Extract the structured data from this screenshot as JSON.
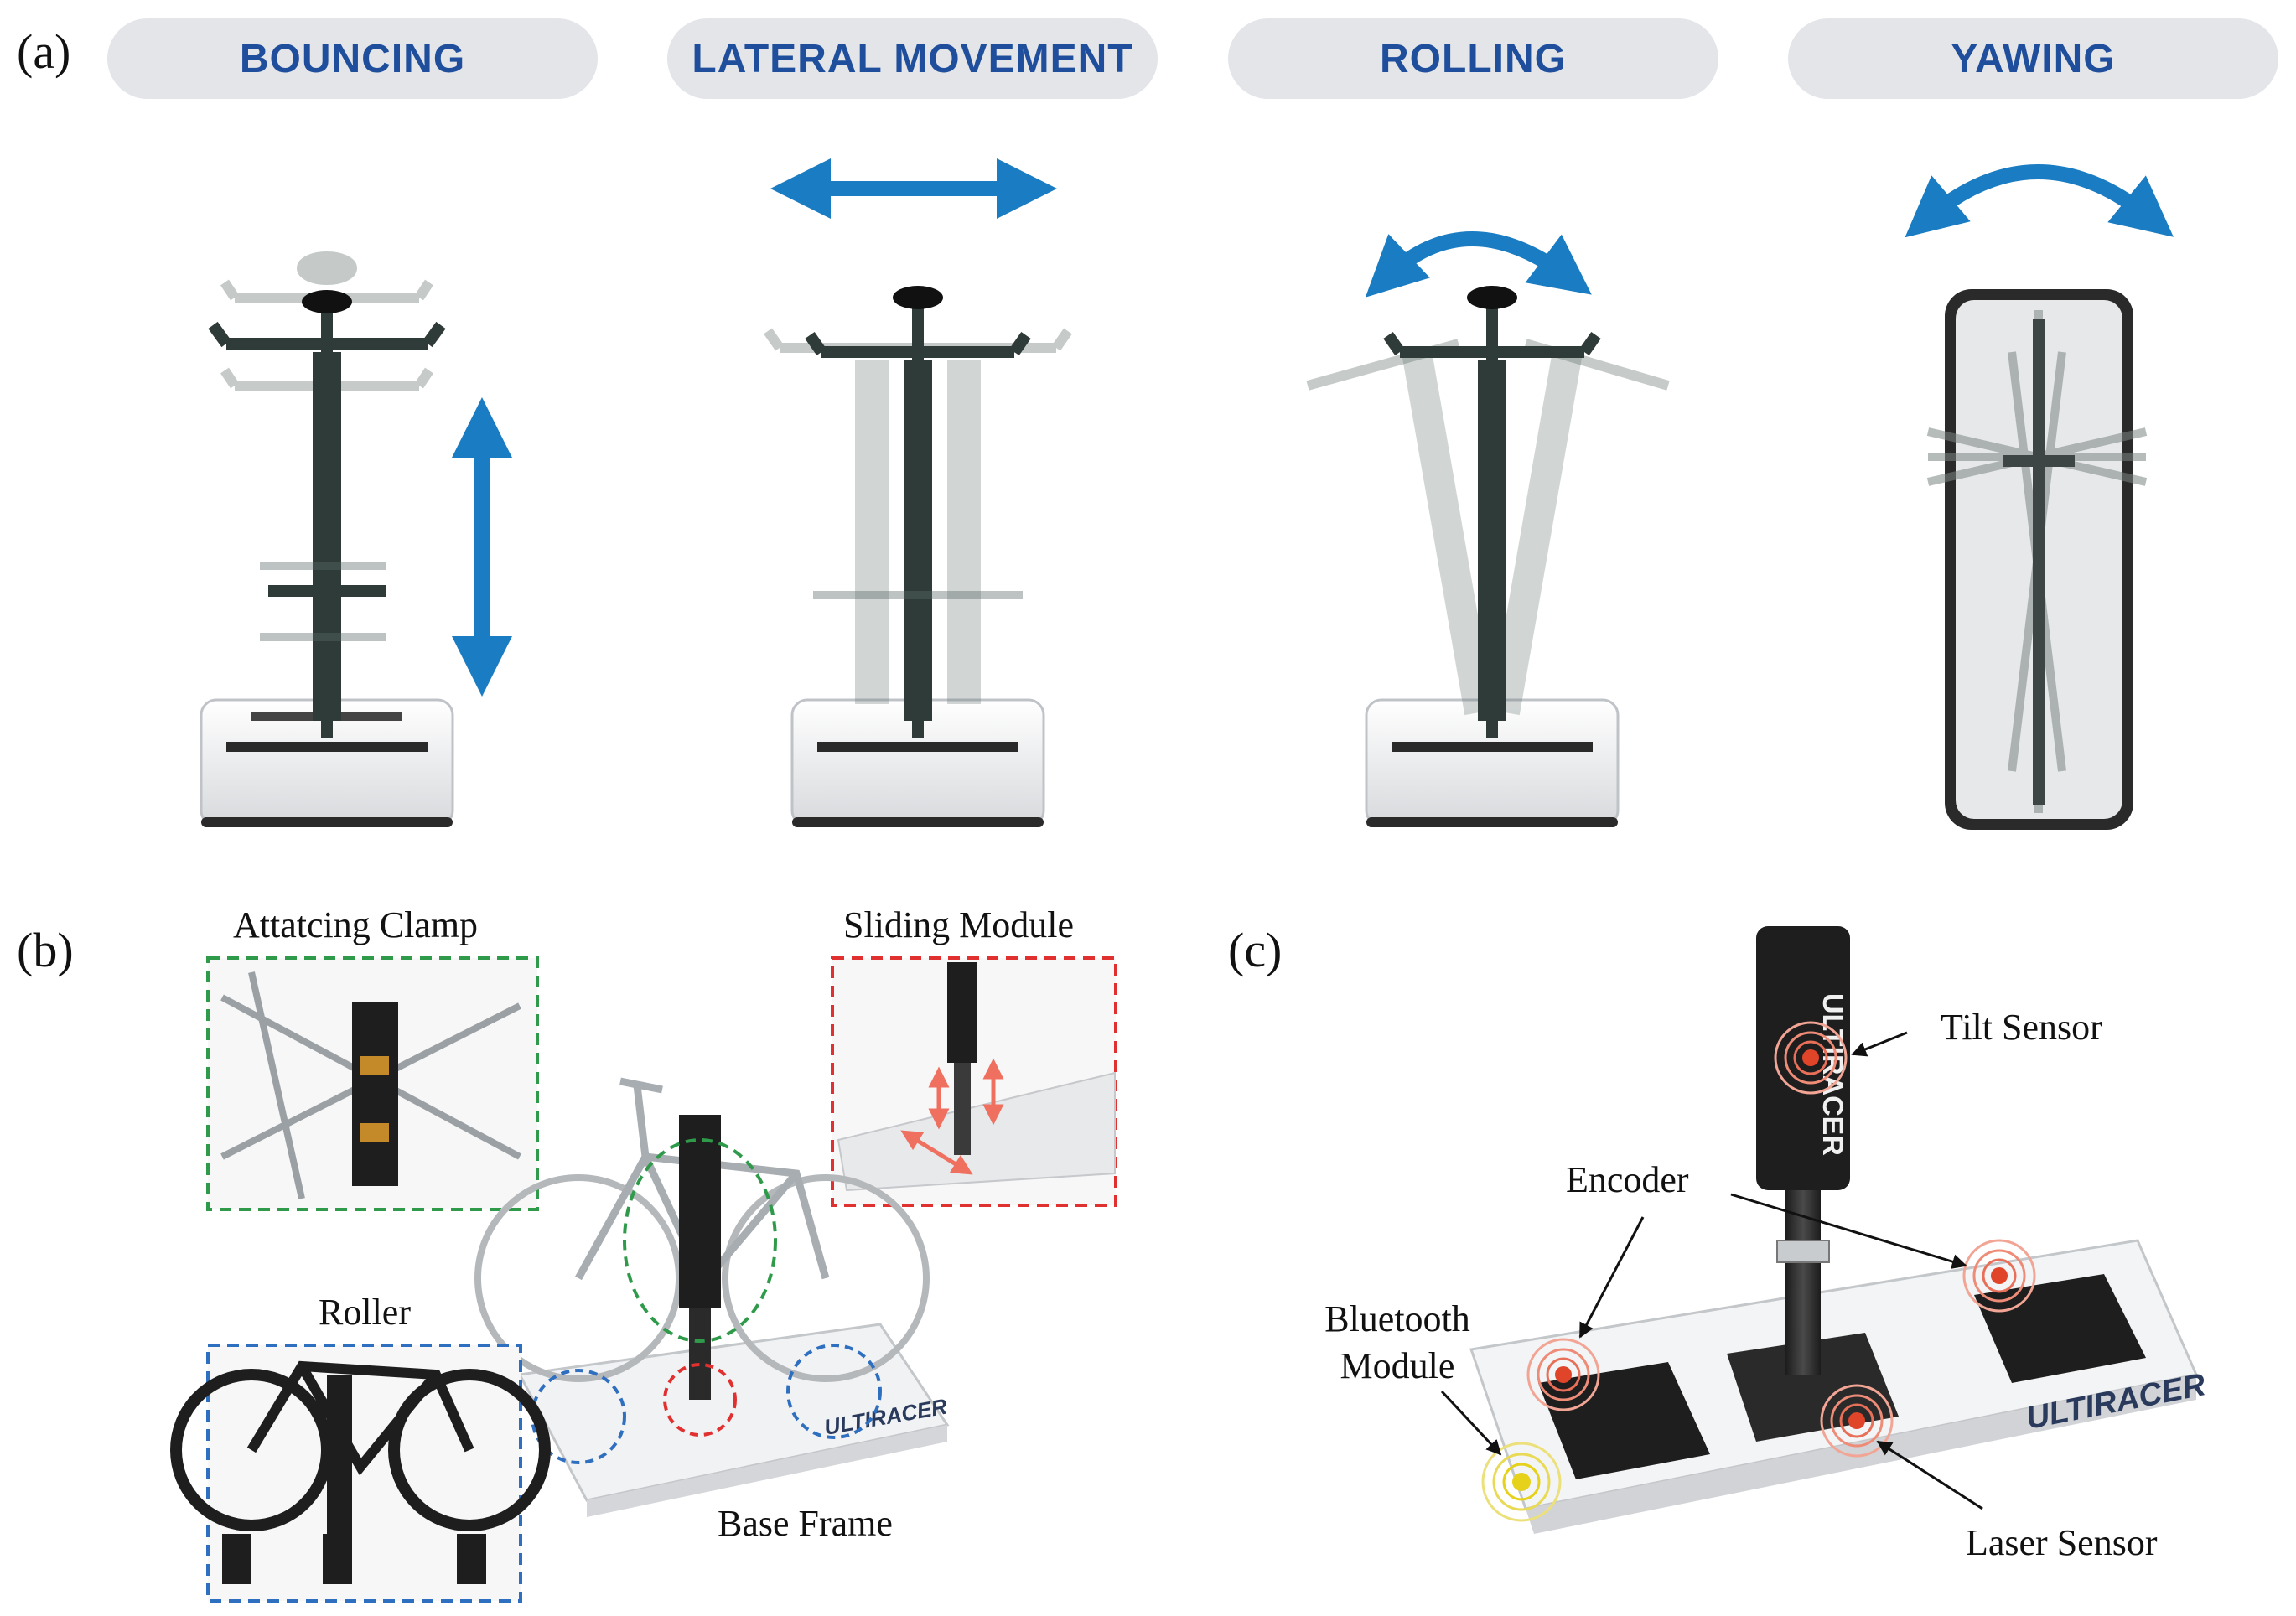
{
  "panel_a": {
    "letter": "(a)",
    "pills": [
      "BOUNCING",
      "LATERAL MOVEMENT",
      "ROLLING",
      "YAWING"
    ]
  },
  "panel_b": {
    "letter": "(b)",
    "labels": {
      "clamp": "Attatcing Clamp",
      "sliding": "Sliding Module",
      "roller": "Roller",
      "base": "Base Frame"
    },
    "brand": "ULTIRACER"
  },
  "panel_c": {
    "letter": "(c)",
    "labels": {
      "tilt": "Tilt Sensor",
      "encoder": "Encoder",
      "bluetooth_line1": "Bluetooth",
      "bluetooth_line2": "Module",
      "laser": "Laser Sensor"
    },
    "brand": "ULTIRACER"
  },
  "colors": {
    "pill_bg": "#e3e5e8",
    "pill_text": "#1f4e9c",
    "arrow_blue": "#1a7cc2",
    "frame_dark": "#2f3b38",
    "green_box": "#2e9a4a",
    "red_box": "#e03030",
    "blue_box": "#2f6fc0",
    "sensor_red": "#e0452a",
    "sensor_yellow": "#e6d21a"
  }
}
